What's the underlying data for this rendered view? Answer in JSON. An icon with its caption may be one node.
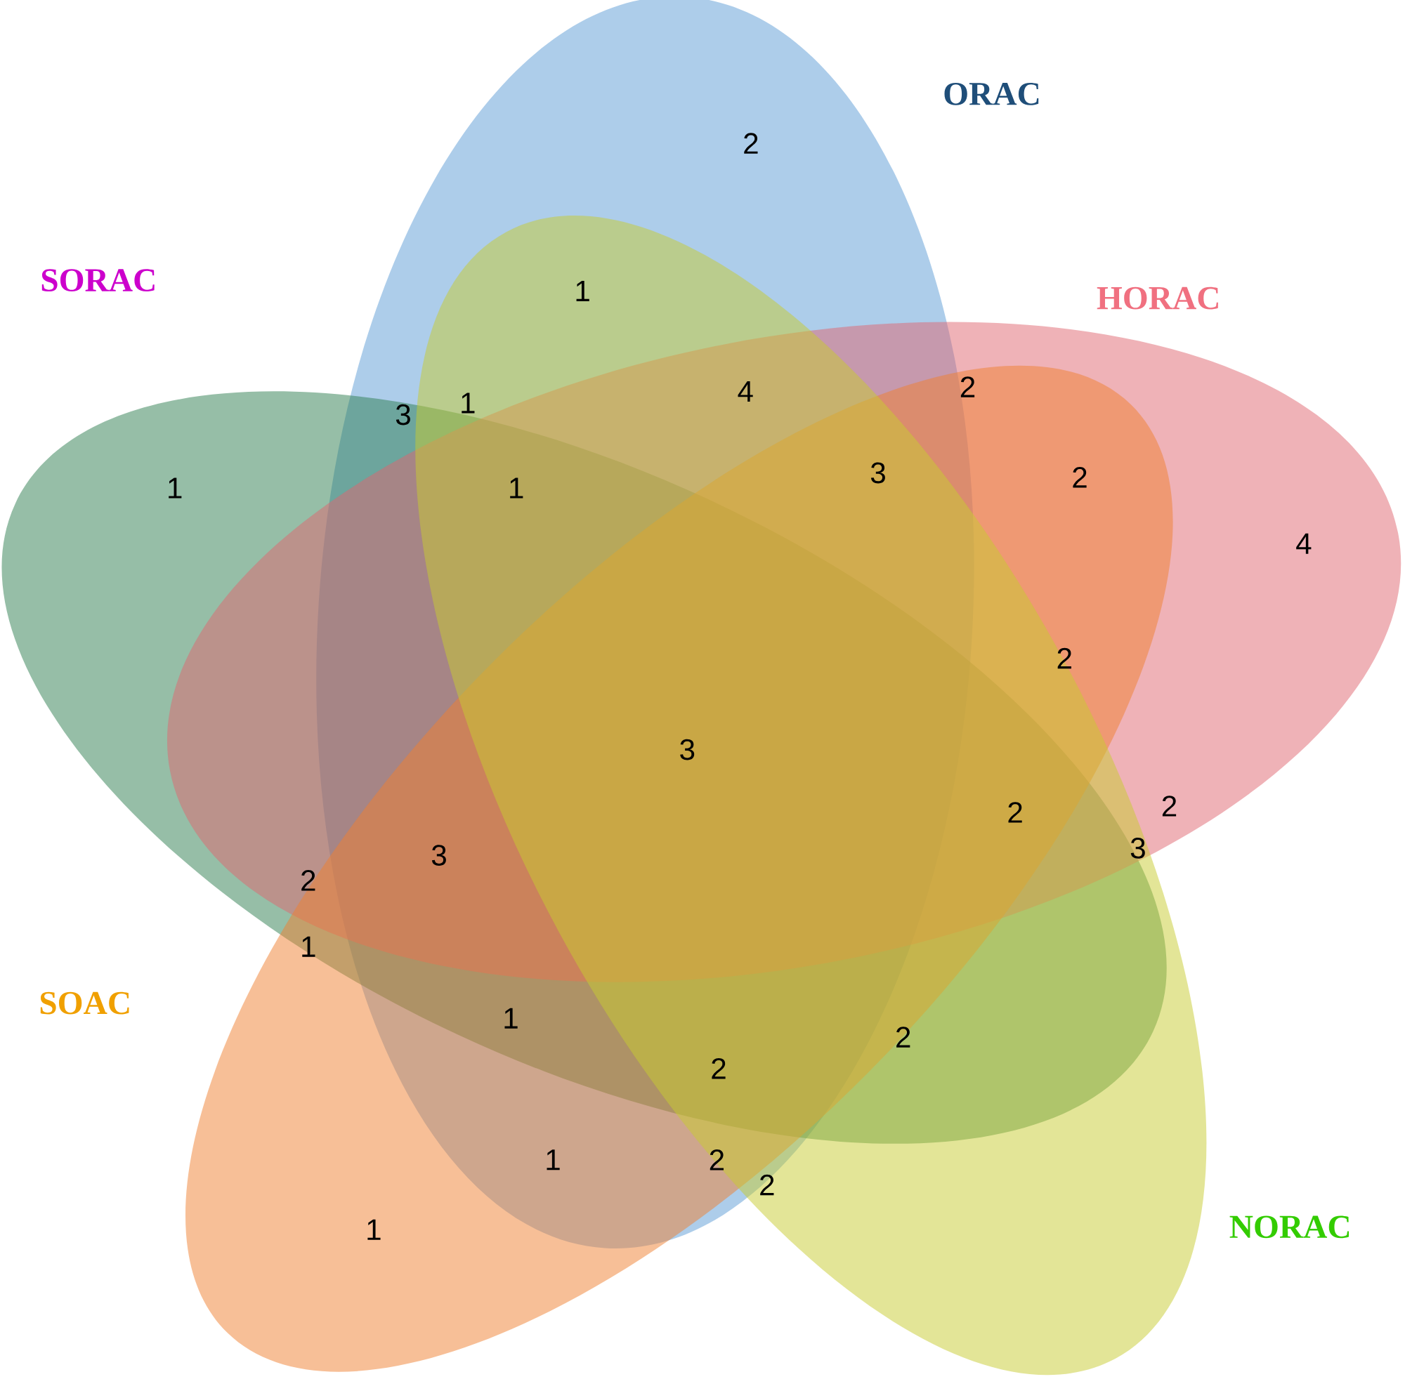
{
  "diagram": {
    "nodes": [
      {
        "text": [
          "ORAC"
        ]
      },
      {
        "text": [
          "SORAC"
        ]
      },
      {
        "text": [
          "HORAC"
        ]
      },
      {
        "text": [
          "SOAC"
        ]
      },
      {
        "text": [
          "NORAC"
        ]
      }
    ],
    "labels": [
      "2",
      "1",
      "3",
      "1",
      "4",
      "2",
      "1",
      "1",
      "3",
      "2",
      "4",
      "2",
      "3",
      "2",
      "2",
      "3",
      "3",
      "2",
      "1",
      "1",
      "2",
      "2",
      "1",
      "2",
      "2",
      "1"
    ]
  }
}
